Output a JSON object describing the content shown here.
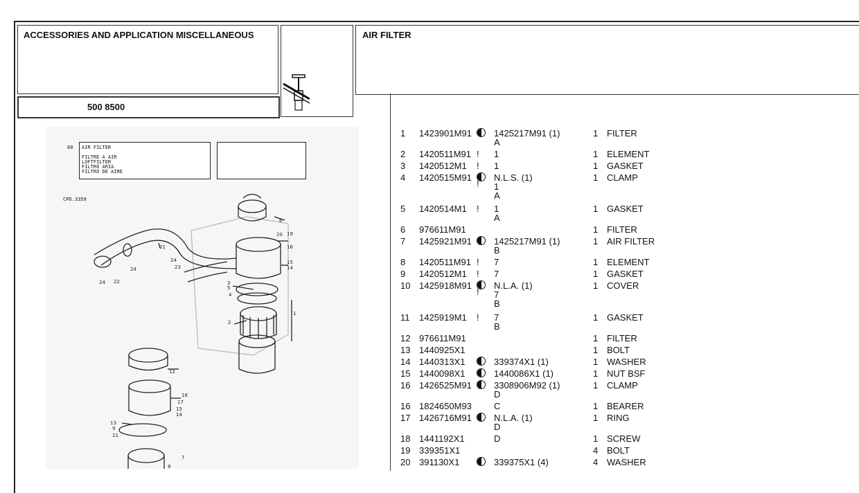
{
  "header": {
    "section_title": "ACCESSORIES AND APPLICATION MISCELLANEOUS",
    "group_number": "500 8500",
    "page_title": "AIR FILTER",
    "icon": "filter-tool-icon"
  },
  "drawing": {
    "ref_no": "60",
    "title_lines": [
      "AIR FILTER",
      "FILTRE A AIR",
      "LUFTFILTER",
      "FILTRO ARIA",
      "FILTRO DE AIRE"
    ],
    "drawing_code": "CPO.3359"
  },
  "parts": [
    {
      "ref": "1",
      "part": "1423901M91",
      "mark": "bullet",
      "code": "1425217M91  (1)",
      "code2": "A",
      "qty": "1",
      "desc": "FILTER"
    },
    {
      "ref": "2",
      "part": "1420511M91",
      "mark": "!",
      "code": "1",
      "qty": "1",
      "desc": "ELEMENT"
    },
    {
      "ref": "3",
      "part": "1420512M1",
      "mark": "!",
      "code": "1",
      "qty": "1",
      "desc": "GASKET"
    },
    {
      "ref": "4",
      "part": "1420515M91",
      "mark": "bullet",
      "mark2": "!",
      "code": "N.L.S.  (1)",
      "code2": "1",
      "code3": "A",
      "qty": "1",
      "desc": "CLAMP"
    },
    {
      "ref": "5",
      "part": "1420514M1",
      "mark": "!",
      "code": "1",
      "code2": "A",
      "qty": "1",
      "desc": "GASKET"
    },
    {
      "ref": "6",
      "part": "976611M91",
      "code": "",
      "qty": "1",
      "desc": "FILTER"
    },
    {
      "ref": "7",
      "part": "1425921M91",
      "mark": "bullet",
      "code": "1425217M91  (1)",
      "code2": "B",
      "qty": "1",
      "desc": "AIR FILTER"
    },
    {
      "ref": "8",
      "part": "1420511M91",
      "mark": "!",
      "code": "7",
      "qty": "1",
      "desc": "ELEMENT"
    },
    {
      "ref": "9",
      "part": "1420512M1",
      "mark": "!",
      "code": "7",
      "qty": "1",
      "desc": "GASKET"
    },
    {
      "ref": "10",
      "part": "1425918M91",
      "mark": "bullet",
      "mark2": "!",
      "code": "N.L.A.  (1)",
      "code2": "7",
      "code3": "B",
      "qty": "1",
      "desc": "COVER"
    },
    {
      "ref": "11",
      "part": "1425919M1",
      "mark": "!",
      "code": "7",
      "code2": "B",
      "qty": "1",
      "desc": "GASKET"
    },
    {
      "ref": "12",
      "part": "976611M91",
      "code": "",
      "qty": "1",
      "desc": "FILTER"
    },
    {
      "ref": "13",
      "part": "1440925X1",
      "code": "",
      "qty": "1",
      "desc": "BOLT"
    },
    {
      "ref": "14",
      "part": "1440313X1",
      "mark": "bullet",
      "code": "339374X1  (1)",
      "qty": "1",
      "desc": "WASHER"
    },
    {
      "ref": "15",
      "part": "1440098X1",
      "mark": "bullet",
      "code": "1440086X1  (1)",
      "qty": "1",
      "desc": "NUT BSF"
    },
    {
      "ref": "16",
      "part": "1426525M91",
      "mark": "bullet",
      "code": "3308906M92  (1)",
      "code2": "D",
      "qty": "1",
      "desc": "CLAMP"
    },
    {
      "ref": "16",
      "part": "1824650M93",
      "code": "C",
      "qty": "1",
      "desc": "BEARER"
    },
    {
      "ref": "17",
      "part": "1426716M91",
      "mark": "bullet",
      "code": "N.L.A.  (1)",
      "code2": "D",
      "qty": "1",
      "desc": "RING"
    },
    {
      "ref": "18",
      "part": "1441192X1",
      "code": "D",
      "qty": "1",
      "desc": "SCREW"
    },
    {
      "ref": "19",
      "part": "339351X1",
      "code": "",
      "qty": "4",
      "desc": "BOLT"
    },
    {
      "ref": "20",
      "part": "391130X1",
      "mark": "bullet",
      "code": "339375X1  (4)",
      "qty": "4",
      "desc": "WASHER"
    }
  ]
}
